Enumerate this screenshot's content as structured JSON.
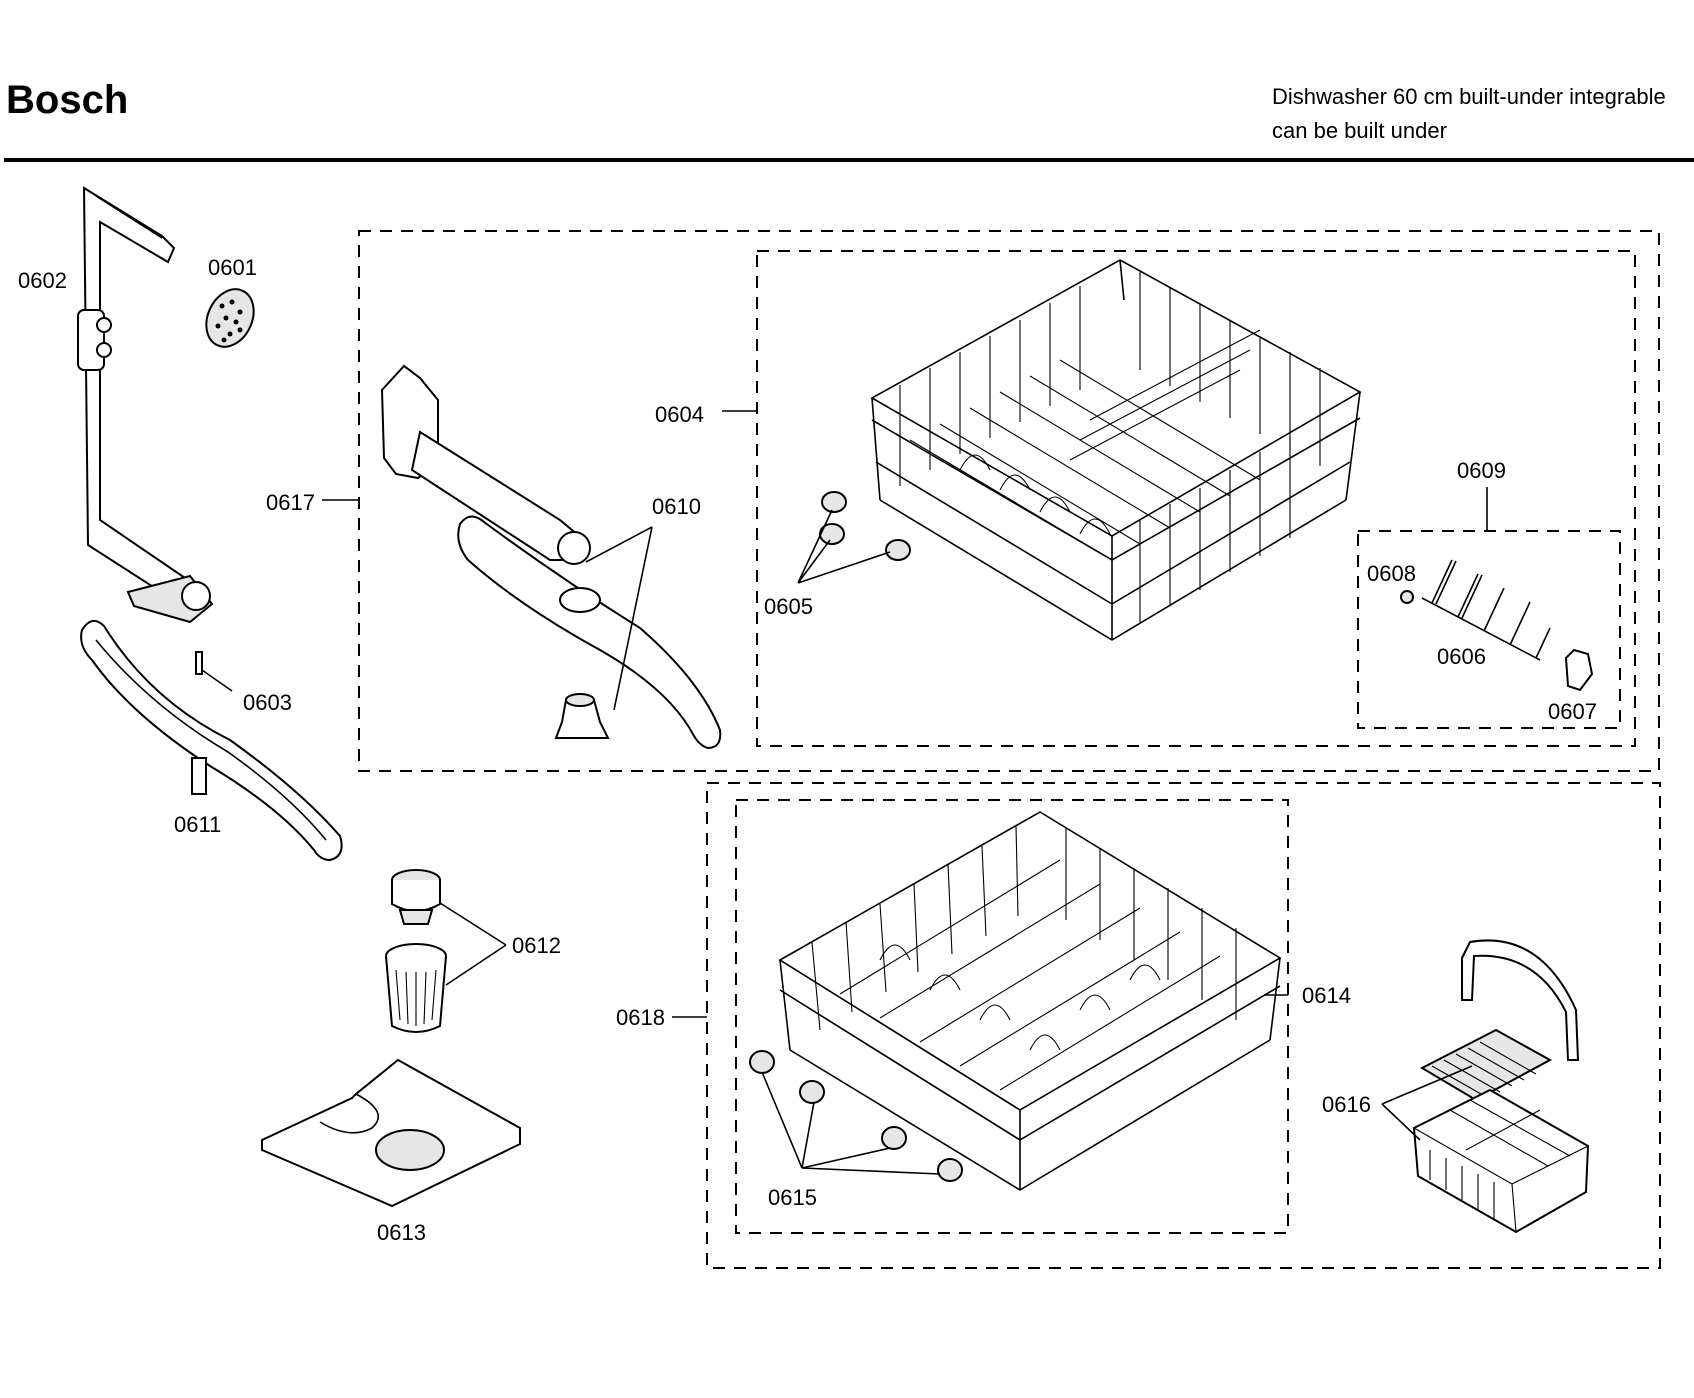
{
  "header": {
    "brand": "Bosch",
    "description_line1": "Dishwasher 60 cm built-under integrable",
    "description_line2": "can be built under"
  },
  "diagram": {
    "parts": [
      {
        "id": "0601"
      },
      {
        "id": "0602"
      },
      {
        "id": "0603"
      },
      {
        "id": "0604"
      },
      {
        "id": "0605"
      },
      {
        "id": "0606"
      },
      {
        "id": "0607"
      },
      {
        "id": "0608"
      },
      {
        "id": "0609"
      },
      {
        "id": "0610"
      },
      {
        "id": "0611"
      },
      {
        "id": "0612"
      },
      {
        "id": "0613"
      },
      {
        "id": "0614"
      },
      {
        "id": "0615"
      },
      {
        "id": "0616"
      },
      {
        "id": "0617"
      },
      {
        "id": "0618"
      }
    ]
  }
}
